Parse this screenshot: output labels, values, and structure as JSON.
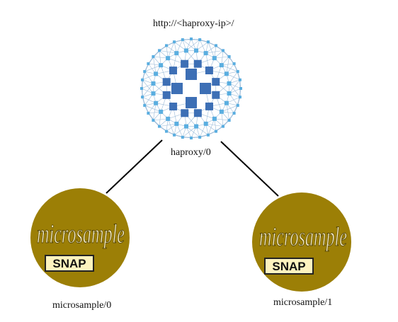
{
  "diagram": {
    "url_label": "http://<haproxy-ip>/",
    "proxy_node": {
      "label": "haproxy/0",
      "icon": "mesh-sphere-icon"
    },
    "units": [
      {
        "label": "microsample/0",
        "logo_text": "microsample",
        "badge_text": "SNAP"
      },
      {
        "label": "microsample/1",
        "logo_text": "microsample",
        "badge_text": "SNAP"
      }
    ],
    "colors": {
      "unit_circle": "#9c7f06",
      "logo_text": "#fdf4cf",
      "badge_bg": "#fdf3bf",
      "mesh_large": "#3d6fb5",
      "mesh_small": "#5aaee0"
    }
  }
}
